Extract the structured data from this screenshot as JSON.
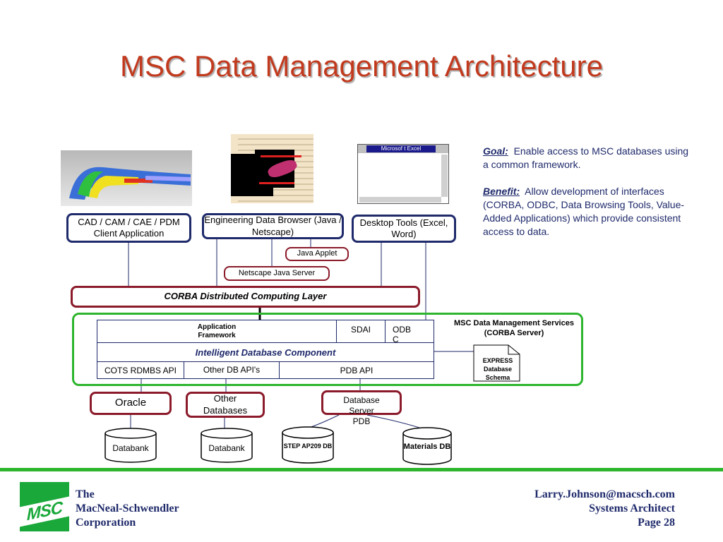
{
  "title": "MSC Data Management Architecture",
  "goal": {
    "label": "Goal:",
    "text": "Enable access to MSC databases using a common framework."
  },
  "benefit": {
    "label": "Benefit:",
    "text": "Allow development of interfaces (CORBA, ODBC, Data Browsing Tools, Value-Added Applications) which provide consistent access to data."
  },
  "excel_window_title": "Microsof t Excel",
  "clients": {
    "cad": "CAD / CAM / CAE / PDM Client Application",
    "browser": "Engineering Data Browser (Java / Netscape)",
    "desktop": "Desktop Tools (Excel, Word)"
  },
  "java_applet": "Java Applet",
  "netscape_server": "Netscape Java Server",
  "corba_layer": "CORBA Distributed Computing Layer",
  "services": {
    "title": "MSC Data Management Services (CORBA Server)",
    "app_framework": "Application Framework",
    "sdai": "SDAI",
    "odbc": "ODB C",
    "idc": "Intelligent Database Component",
    "cots": "COTS RDMBS API",
    "other_api": "Other DB API's",
    "pdb_api": "PDB API"
  },
  "express": "EXPRESS Database Schema",
  "backends": {
    "oracle": "Oracle",
    "other_db": "Other Databases",
    "db_server": "Database Server PDB"
  },
  "databases": {
    "databank1": "Databank",
    "databank2": "Databank",
    "step": "STEP AP209 DB",
    "materials": "Materials DB"
  },
  "footer": {
    "company": [
      "The",
      "MacNeal-Schwendler",
      "Corporation"
    ],
    "logo": "MSC",
    "email": "Larry.Johnson@macsch.com",
    "role": "Systems Architect",
    "page": "Page 28"
  },
  "colors": {
    "title": "#c23a1e",
    "navy": "#1f2a6b",
    "red_border": "#8b1a2a",
    "green": "#2db52d"
  }
}
